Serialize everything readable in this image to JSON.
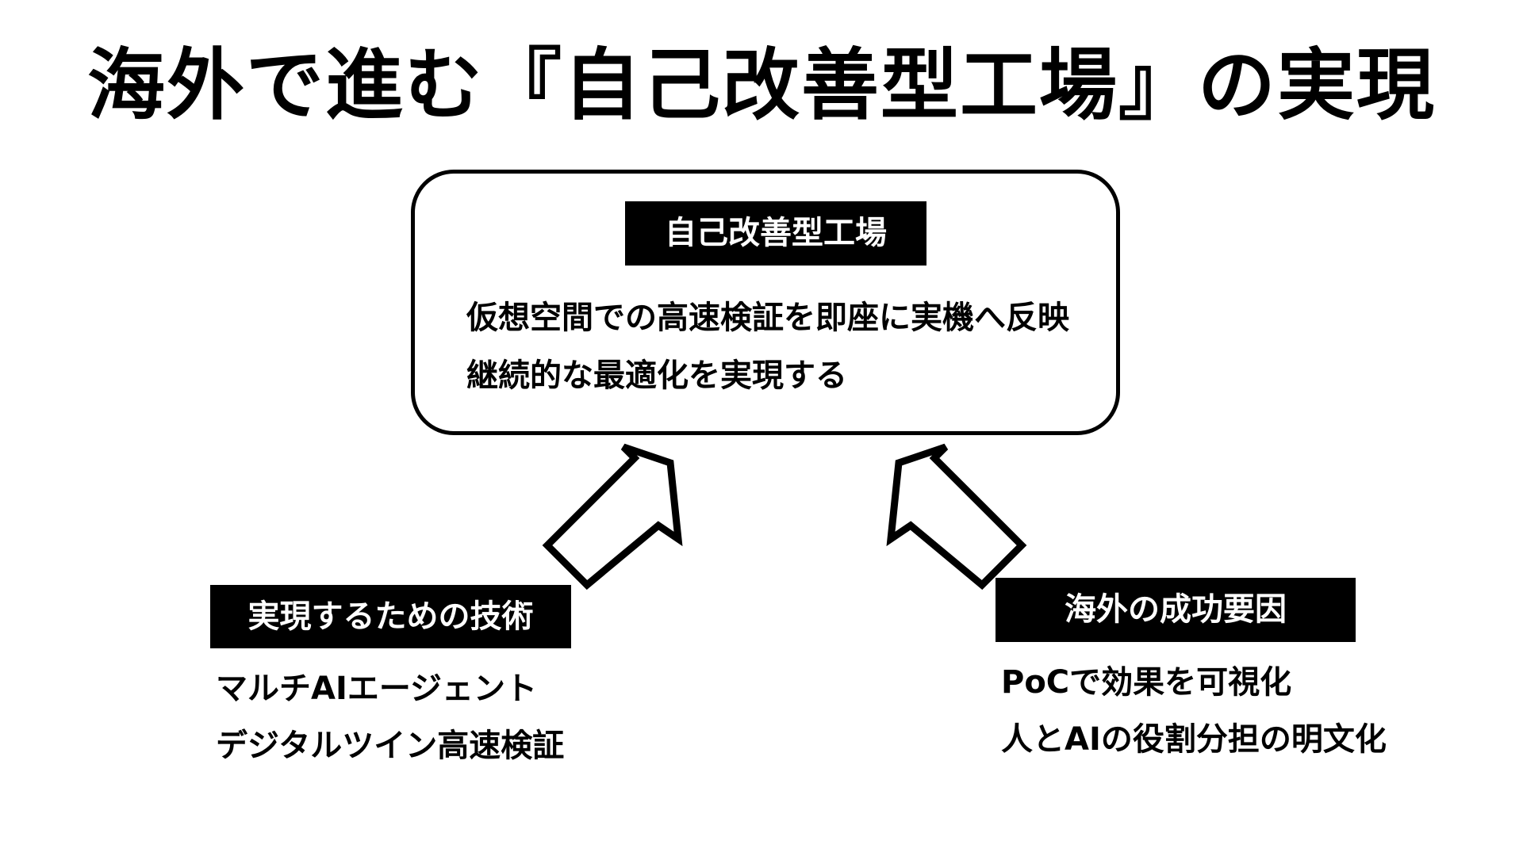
{
  "title": "海外で進む『自己改善型工場』の実現",
  "center": {
    "label": "自己改善型工場",
    "lines": [
      "仮想空間での高速検証を即座に実機へ反映",
      "継続的な最適化を実現する"
    ]
  },
  "left": {
    "label": "実現するための技術",
    "lines": [
      "マルチAIエージェント",
      "デジタルツイン高速検証"
    ]
  },
  "right": {
    "label": "海外の成功要因",
    "lines": [
      "PoCで効果を可視化",
      "人とAIの役割分担の明文化"
    ]
  },
  "colors": {
    "foreground": "#000000",
    "background": "#ffffff"
  },
  "icons": [
    "arrow-up-right-icon",
    "arrow-up-left-icon"
  ]
}
